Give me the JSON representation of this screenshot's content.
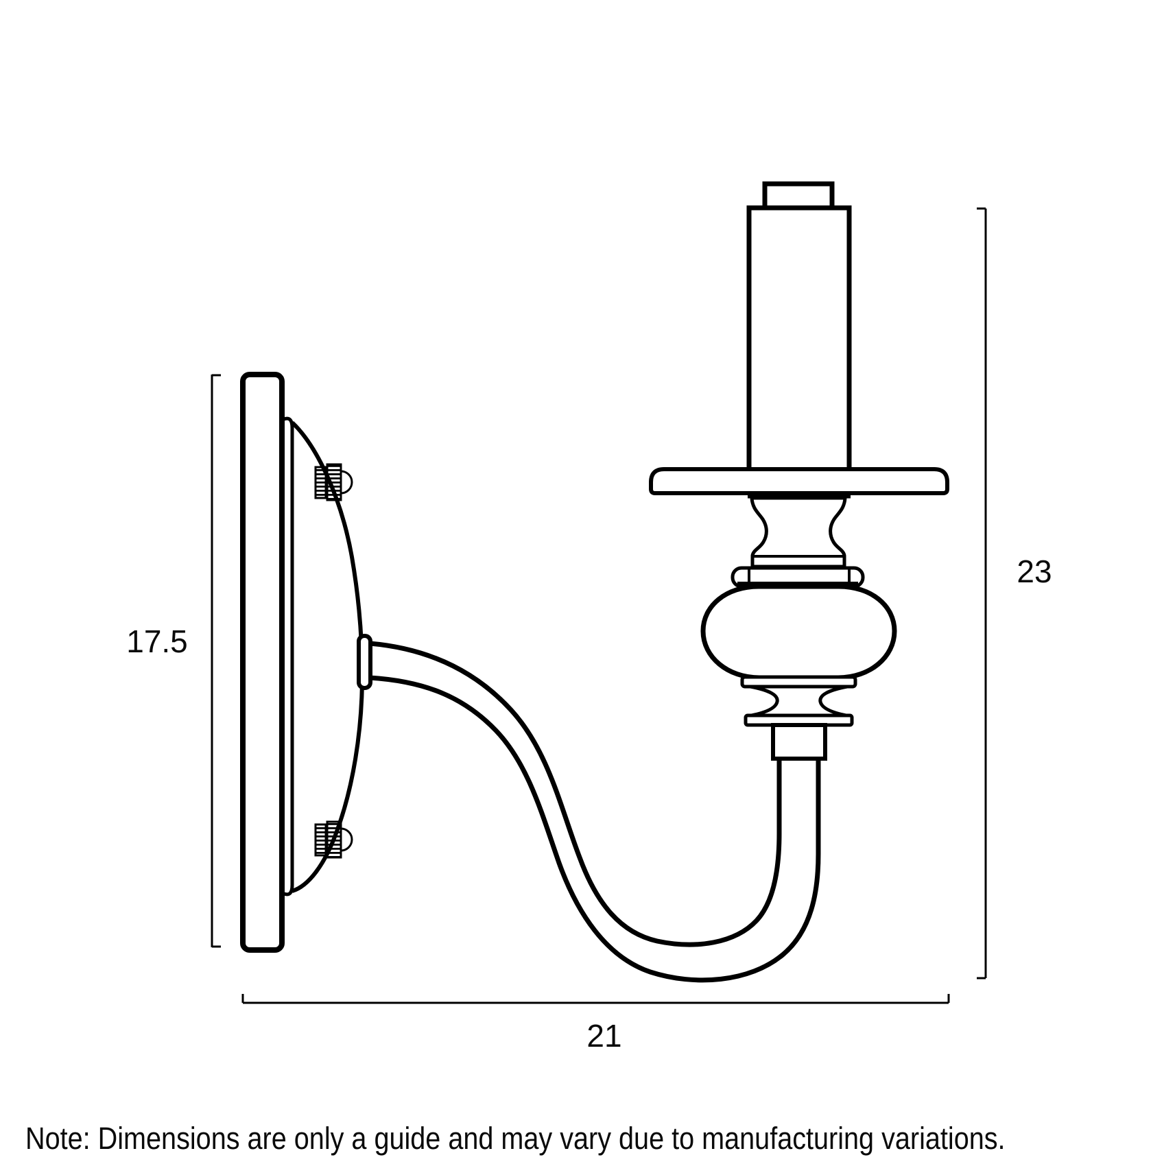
{
  "diagram": {
    "type": "technical-dimension-drawing",
    "subject": "wall sconce light fitting, side elevation",
    "dimensions": {
      "backplate_height": "17.5",
      "total_height": "23",
      "total_projection": "21"
    },
    "note": "Note: Dimensions are only a guide and may vary due to manufacturing variations.",
    "colors": {
      "line": "#000000",
      "background": "#ffffff",
      "text": "#0a0a0a"
    }
  }
}
